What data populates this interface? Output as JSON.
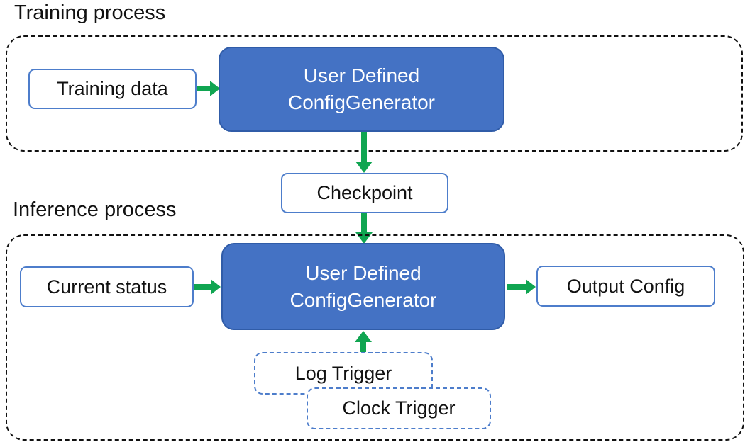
{
  "diagram_title": "",
  "colors": {
    "generator_fill": "#4472C4",
    "generator_border": "#305CA8",
    "box_outline_blue": "#4d7dcb",
    "arrow_green": "#10A551",
    "container_dash": "#111111",
    "text_dark": "#111111",
    "text_light": "#ffffff"
  },
  "training": {
    "label": "Training process",
    "input_label": "Training data",
    "generator": {
      "line1": "User Defined",
      "line2": "ConfigGenerator"
    }
  },
  "checkpoint": {
    "label": "Checkpoint"
  },
  "inference": {
    "label": "Inference process",
    "input_label": "Current status",
    "generator": {
      "line1": "User Defined",
      "line2": "ConfigGenerator"
    },
    "output_label": "Output Config",
    "triggers": {
      "log": "Log Trigger",
      "clock": "Clock Trigger"
    }
  }
}
